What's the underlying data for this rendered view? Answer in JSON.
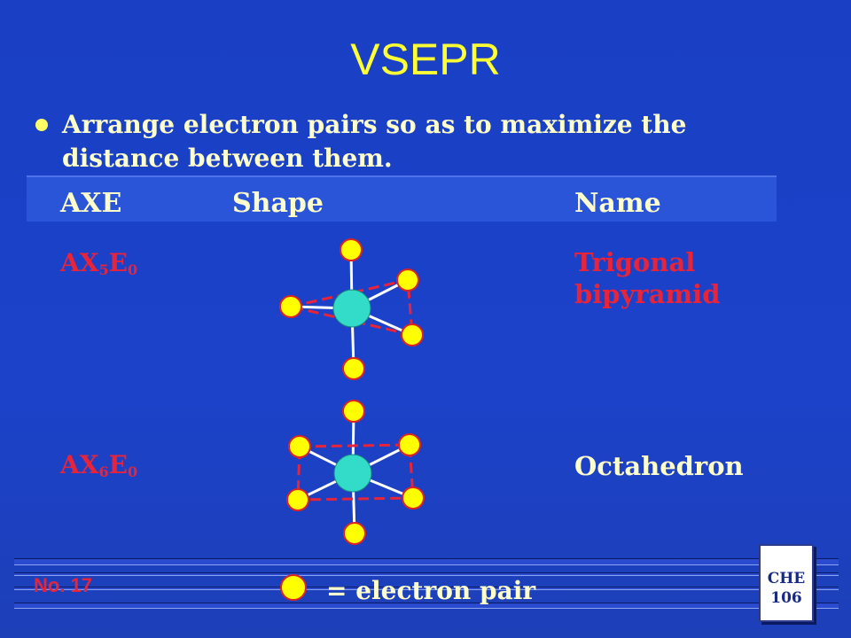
{
  "title": "VSEPR",
  "bullet": "Arrange electron pairs so as to maximize the distance between them.",
  "table": {
    "headers": [
      "AXE",
      "Shape",
      "Name"
    ],
    "rows": [
      {
        "ax": "AX",
        "x_sub": "5",
        "e": "E",
        "e_sub": "0",
        "name": "Trigonal bipyramid",
        "name_color": "#e8243a"
      },
      {
        "ax": "AX",
        "x_sub": "6",
        "e": "E",
        "e_sub": "0",
        "name": "Octahedron",
        "name_color": "#ffffcc"
      }
    ]
  },
  "colors": {
    "background": "#1b42c9",
    "title": "#ffff33",
    "label_red": "#e8243a",
    "central_atom": "#33dcc8",
    "electron_pair": "#ffff00",
    "dashed": "#e8243a"
  },
  "legend": {
    "text": "= electron pair"
  },
  "footer": {
    "slide_number": "No. 17",
    "course_line1": "CHE",
    "course_line2": "106"
  }
}
